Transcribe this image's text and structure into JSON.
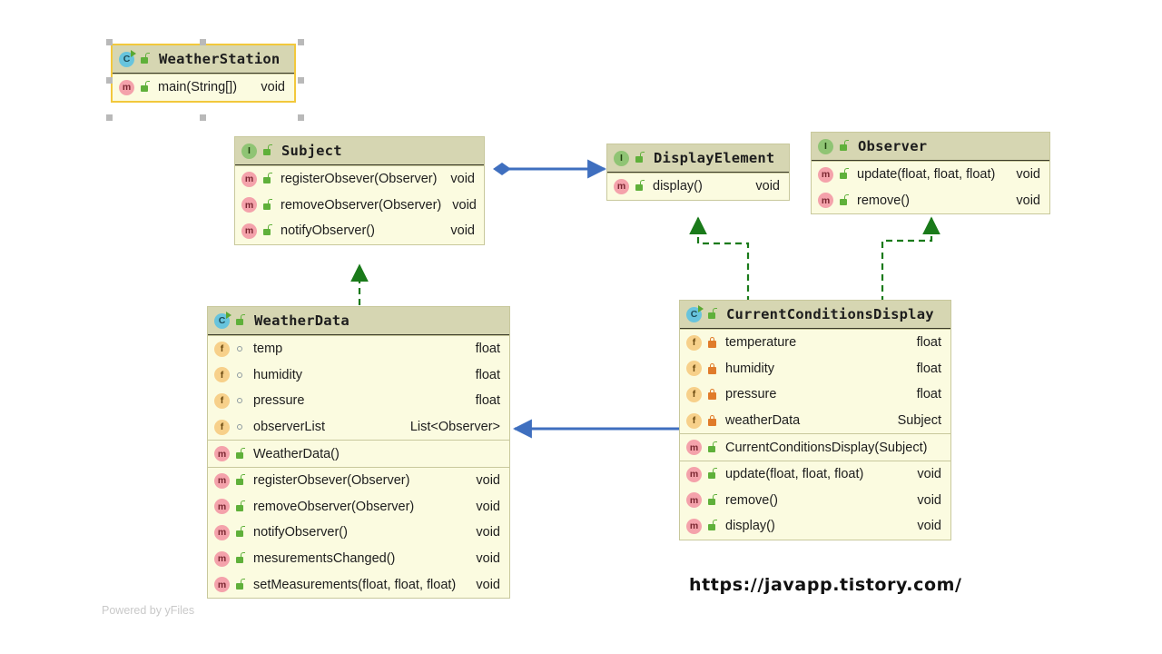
{
  "diagram": {
    "kind": "uml-class-diagram",
    "background": "#ffffff",
    "colors": {
      "node_body": "#fbfbe0",
      "node_header": "#d6d6b2",
      "node_border": "#c8c89c",
      "selection_border": "#f2c83c",
      "association_blue": "#3f6fbf",
      "realization_green": "#1a7a1a",
      "class_badge": "#68c4dd",
      "interface_badge": "#8fc474",
      "method_badge": "#f4a2ab",
      "field_badge": "#f7d08a",
      "private_lock": "#e07b2a",
      "public_lock": "#5fb03a"
    }
  },
  "nodes": {
    "weather_station": {
      "name": "WeatherStation",
      "stereotype": "class",
      "icon": "class-icon",
      "visibility": "public",
      "selected": true,
      "sections": [
        {
          "members": [
            {
              "kind": "method",
              "icon": "method-icon",
              "visibility": "public",
              "name": "main(String[])",
              "type": "void"
            }
          ]
        }
      ]
    },
    "subject": {
      "name": "Subject",
      "stereotype": "interface",
      "icon": "interface-icon",
      "visibility": "public",
      "selected": false,
      "sections": [
        {
          "members": [
            {
              "kind": "method",
              "icon": "method-icon",
              "visibility": "public",
              "name": "registerObsever(Observer)",
              "type": "void"
            },
            {
              "kind": "method",
              "icon": "method-icon",
              "visibility": "public",
              "name": "removeObserver(Observer)",
              "type": "void"
            },
            {
              "kind": "method",
              "icon": "method-icon",
              "visibility": "public",
              "name": "notifyObserver()",
              "type": "void"
            }
          ]
        }
      ]
    },
    "display_element": {
      "name": "DisplayElement",
      "stereotype": "interface",
      "icon": "interface-icon",
      "visibility": "public",
      "selected": false,
      "sections": [
        {
          "members": [
            {
              "kind": "method",
              "icon": "method-icon",
              "visibility": "public",
              "name": "display()",
              "type": "void"
            }
          ]
        }
      ]
    },
    "observer": {
      "name": "Observer",
      "stereotype": "interface",
      "icon": "interface-icon",
      "visibility": "public",
      "selected": false,
      "sections": [
        {
          "members": [
            {
              "kind": "method",
              "icon": "method-icon",
              "visibility": "public",
              "name": "update(float, float, float)",
              "type": "void"
            },
            {
              "kind": "method",
              "icon": "method-icon",
              "visibility": "public",
              "name": "remove()",
              "type": "void"
            }
          ]
        }
      ]
    },
    "weather_data": {
      "name": "WeatherData",
      "stereotype": "class",
      "icon": "class-icon",
      "visibility": "public",
      "selected": false,
      "sections": [
        {
          "members": [
            {
              "kind": "field",
              "icon": "field-icon",
              "visibility": "package",
              "name": "temp",
              "type": "float"
            },
            {
              "kind": "field",
              "icon": "field-icon",
              "visibility": "package",
              "name": "humidity",
              "type": "float"
            },
            {
              "kind": "field",
              "icon": "field-icon",
              "visibility": "package",
              "name": "pressure",
              "type": "float"
            },
            {
              "kind": "field",
              "icon": "field-icon",
              "visibility": "package",
              "name": "observerList",
              "type": "List<Observer>"
            }
          ]
        },
        {
          "members": [
            {
              "kind": "method",
              "icon": "method-icon",
              "visibility": "public",
              "name": "WeatherData()",
              "type": ""
            }
          ]
        },
        {
          "members": [
            {
              "kind": "method",
              "icon": "method-icon",
              "visibility": "public",
              "name": "registerObsever(Observer)",
              "type": "void"
            },
            {
              "kind": "method",
              "icon": "method-icon",
              "visibility": "public",
              "name": "removeObserver(Observer)",
              "type": "void"
            },
            {
              "kind": "method",
              "icon": "method-icon",
              "visibility": "public",
              "name": "notifyObserver()",
              "type": "void"
            },
            {
              "kind": "method",
              "icon": "method-icon",
              "visibility": "public",
              "name": "mesurementsChanged()",
              "type": "void"
            },
            {
              "kind": "method",
              "icon": "method-icon",
              "visibility": "public",
              "name": "setMeasurements(float, float, float)",
              "type": "void"
            }
          ]
        }
      ]
    },
    "current_conditions_display": {
      "name": "CurrentConditionsDisplay",
      "stereotype": "class",
      "icon": "class-icon",
      "visibility": "public",
      "selected": false,
      "sections": [
        {
          "members": [
            {
              "kind": "field",
              "icon": "field-icon",
              "visibility": "private",
              "name": "temperature",
              "type": "float"
            },
            {
              "kind": "field",
              "icon": "field-icon",
              "visibility": "private",
              "name": "humidity",
              "type": "float"
            },
            {
              "kind": "field",
              "icon": "field-icon",
              "visibility": "private",
              "name": "pressure",
              "type": "float"
            },
            {
              "kind": "field",
              "icon": "field-icon",
              "visibility": "private",
              "name": "weatherData",
              "type": "Subject"
            }
          ]
        },
        {
          "members": [
            {
              "kind": "method",
              "icon": "method-icon",
              "visibility": "public",
              "name": "CurrentConditionsDisplay(Subject)",
              "type": ""
            }
          ]
        },
        {
          "members": [
            {
              "kind": "method",
              "icon": "method-icon",
              "visibility": "public",
              "name": "update(float, float, float)",
              "type": "void"
            },
            {
              "kind": "method",
              "icon": "method-icon",
              "visibility": "public",
              "name": "remove()",
              "type": "void"
            },
            {
              "kind": "method",
              "icon": "method-icon",
              "visibility": "public",
              "name": "display()",
              "type": "void"
            }
          ]
        }
      ]
    }
  },
  "connections": [
    {
      "id": "subject-to-displayelement",
      "type": "aggregation",
      "color": "#3f6fbf",
      "from": "subject",
      "to": "display_element"
    },
    {
      "id": "weatherdata-to-subject",
      "type": "realization",
      "color": "#1a7a1a",
      "from": "weather_data",
      "to": "subject"
    },
    {
      "id": "ccd-to-displayelement",
      "type": "realization",
      "color": "#1a7a1a",
      "from": "current_conditions_display",
      "to": "display_element"
    },
    {
      "id": "ccd-to-observer",
      "type": "realization",
      "color": "#1a7a1a",
      "from": "current_conditions_display",
      "to": "observer"
    },
    {
      "id": "ccd-to-weatherdata",
      "type": "association",
      "color": "#3f6fbf",
      "from": "current_conditions_display",
      "to": "weather_data"
    }
  ],
  "watermarks": {
    "url": "https://javapp.tistory.com/",
    "credit": "Powered by yFiles"
  }
}
